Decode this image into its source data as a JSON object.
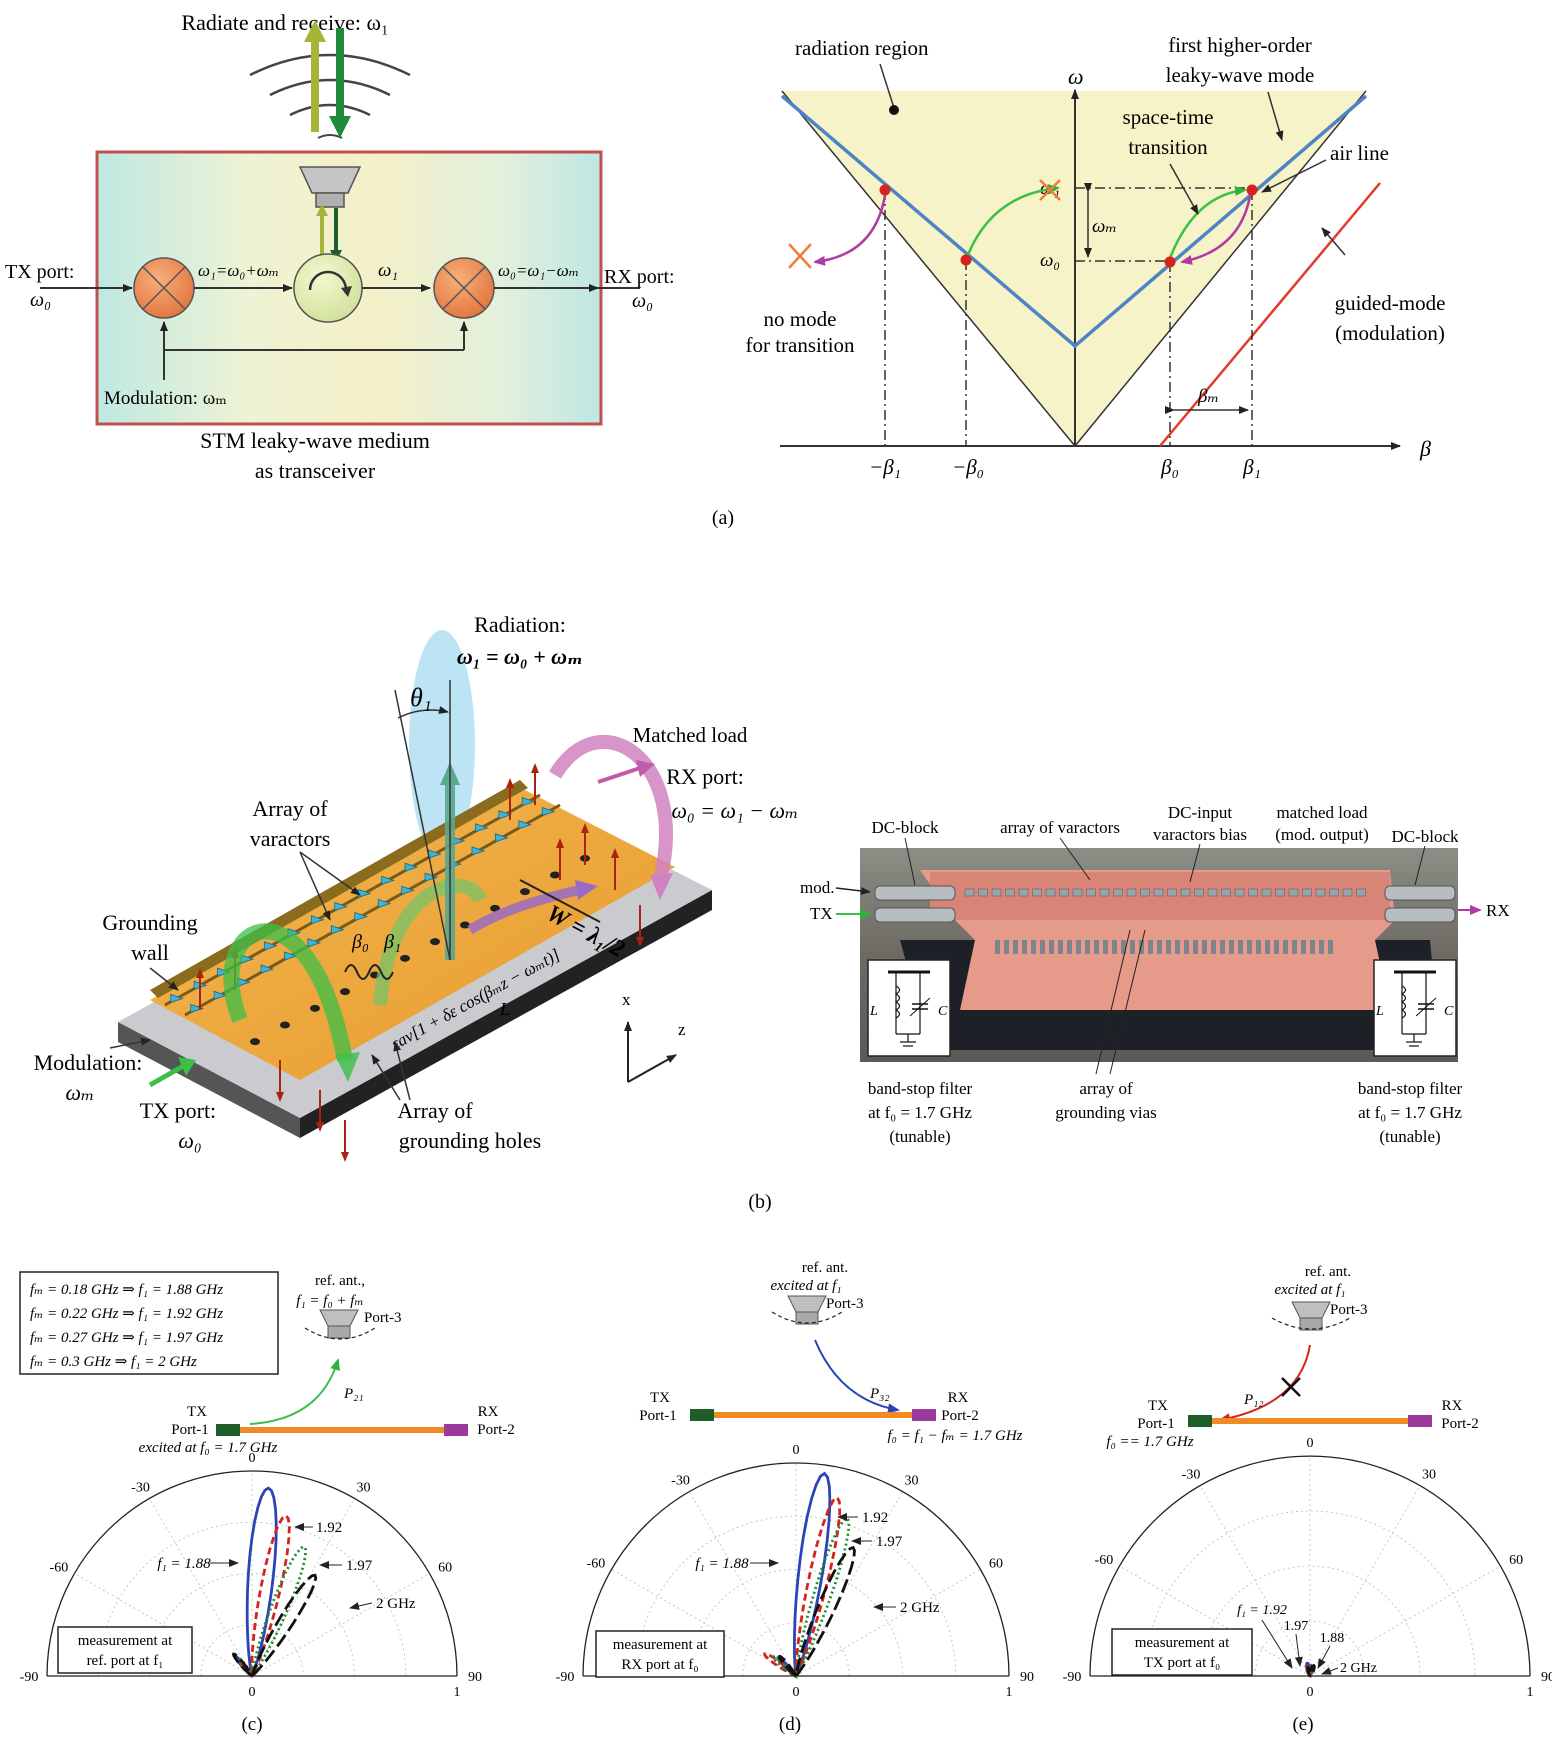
{
  "panel_a": {
    "caption": "(a)",
    "block": {
      "radiate_label": "Radiate and receive: ω₁",
      "tx_port": "TX port:",
      "tx_freq": "ω₀",
      "rx_port": "RX port:",
      "rx_freq": "ω₀",
      "mixer1_out": "ω₁=ω₀+ωₘ",
      "circ_out": "ω₁",
      "mixer2_out": "ω₀=ω₁−ωₘ",
      "modulation": "Modulation: ωₘ",
      "title_line1": "STM  leaky-wave medium",
      "title_line2": "as transceiver"
    },
    "dispersion": {
      "radiation_region": "radiation region",
      "higher_mode_line1": "first higher-order",
      "higher_mode_line2": "leaky-wave mode",
      "space_time_line1": "space-time",
      "space_time_line2": "transition",
      "air_line": "air line",
      "no_mode_line1": "no mode",
      "no_mode_line2": "for transition",
      "guided_line1": "guided-mode",
      "guided_line2": "(modulation)",
      "omega_axis": "ω",
      "beta_axis": "β",
      "omega1": "ω₁",
      "omega0": "ω₀",
      "omegam": "ωₘ",
      "betam": "βₘ",
      "tick_neg_beta1": "−β₁",
      "tick_neg_beta0": "−β₀",
      "tick_beta0": "β₀",
      "tick_beta1": "β₁"
    }
  },
  "panel_b": {
    "caption": "(b)",
    "schematic": {
      "radiation_line1": "Radiation:",
      "radiation_line2": "ω₁ = ω₀ + ωₘ",
      "theta": "θ₁",
      "matched_load": "Matched load",
      "rx_port": "RX port:",
      "rx_freq": "ω₀ = ω₁ − ωₘ",
      "varactors_line1": "Array of",
      "varactors_line2": "varactors",
      "grounding_wall_line1": "Grounding",
      "grounding_wall_line2": "wall",
      "width": "W = λ₁/2",
      "beta0": "β₀",
      "beta1": "β₁",
      "permittivity": "εav[1 + δε cos(βₘz − ωₘt)]",
      "length": "L",
      "modulation_line1": "Modulation:",
      "modulation_line2": "ωₘ",
      "tx_port": "TX port:",
      "tx_freq": "ω₀",
      "holes_line1": "Array of",
      "holes_line2": "grounding holes",
      "axis_x": "x",
      "axis_z": "z"
    },
    "photo": {
      "dc_block_left": "DC-block",
      "array_varactors": "array of varactors",
      "dc_input_line1": "DC-input",
      "dc_input_line2": "varactors bias",
      "matched_load_line1": "matched load",
      "matched_load_line2": "(mod. output)",
      "dc_block_right": "DC-block",
      "mod": "mod.",
      "tx": "TX",
      "rx": "RX",
      "inductor": "L",
      "capacitor": "C",
      "bsf_left_line1": "band-stop filter",
      "bsf_left_line2": "at f₀ = 1.7 GHz",
      "bsf_left_line3": "(tunable)",
      "vias_line1": "array of",
      "vias_line2": "grounding vias",
      "bsf_right_line1": "band-stop filter",
      "bsf_right_line2": "at f₀ = 1.7 GHz",
      "bsf_right_line3": "(tunable)"
    }
  },
  "panel_c": {
    "caption": "(c)",
    "legend": [
      "fₘ = 0.18 GHz ⇒ f₁ = 1.88 GHz",
      "fₘ = 0.22 GHz ⇒ f₁ = 1.92 GHz",
      "fₘ = 0.27 GHz ⇒ f₁ = 1.97 GHz",
      "fₘ = 0.3 GHz ⇒ f₁ = 2 GHz"
    ],
    "ref_line1": "ref. ant.,",
    "ref_line2": "f₁ = f₀ + fₘ",
    "port3": "Port-3",
    "power": "P₂₁",
    "tx_line1": "TX",
    "tx_line2": "Port-1",
    "tx_line3": "excited at f₀ = 1.7 GHz",
    "rx_line1": "RX",
    "rx_line2": "Port-2",
    "label_f1": "f₁ = 1.88",
    "label_192": "1.92",
    "label_197": "1.97",
    "label_2": "2 GHz",
    "meas_line1": "measurement at",
    "meas_line2": "ref. port at f₁"
  },
  "panel_d": {
    "caption": "(d)",
    "ref_line1": "ref. ant.",
    "ref_line2": "excited at f₁",
    "port3": "Port-3",
    "power": "P₃₂",
    "tx_line1": "TX",
    "tx_line2": "Port-1",
    "rx_line1": "RX",
    "rx_line2": "Port-2",
    "rx_line3": "f₀ = f₁ − fₘ = 1.7 GHz",
    "label_f1": "f₁ = 1.88",
    "label_192": "1.92",
    "label_197": "1.97",
    "label_2": "2 GHz",
    "meas_line1": "measurement at",
    "meas_line2": "RX port at f₀"
  },
  "panel_e": {
    "caption": "(e)",
    "ref_line1": "ref. ant.",
    "ref_line2": "excited at f₁",
    "port3": "Port-3",
    "power": "P₁₂",
    "tx_line1": "TX",
    "tx_line2": "Port-1",
    "tx_line3": "f₀ == 1.7 GHz",
    "rx_line1": "RX",
    "rx_line2": "Port-2",
    "label_f1": "f₁ = 1.92",
    "label_197": "1.97",
    "label_188": "1.88",
    "label_2": "2 GHz",
    "meas_line1": "measurement at",
    "meas_line2": "TX port at f₀"
  },
  "polar_axis": {
    "angle_labels": [
      "-90",
      "-60",
      "-30",
      "0",
      "30",
      "60",
      "90"
    ],
    "radial_label_0": "0",
    "radial_label_1": "1"
  },
  "colors": {
    "blue": "#2b44b8",
    "red": "#d8231c",
    "green": "#1f8a2e",
    "black": "#111111",
    "orange": "#f08a24",
    "yellow_region": "#f7f3c9",
    "pink": "#c05ca8",
    "dark_green": "#1d5d2a",
    "purple": "#9b3a9a"
  }
}
